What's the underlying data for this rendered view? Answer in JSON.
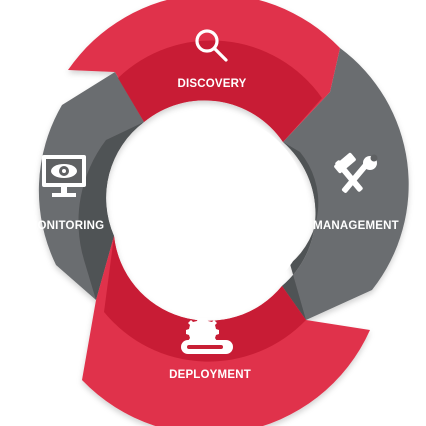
{
  "diagram": {
    "stages": [
      {
        "key": "discovery",
        "label": "DISCOVERY",
        "icon": "magnifier-icon",
        "color": "#d22d43"
      },
      {
        "key": "management",
        "label": "MANAGEMENT",
        "icon": "tools-icon",
        "color": "#5f6163"
      },
      {
        "key": "deployment",
        "label": "DEPLOYMENT",
        "icon": "conveyor-gear-icon",
        "color": "#d22d43"
      },
      {
        "key": "monitoring",
        "label": "MONITORING",
        "icon": "monitor-eye-icon",
        "color": "#5f6163"
      }
    ],
    "colors": {
      "red_outer": "#e0334b",
      "red_inner": "#c81f35",
      "gray_outer": "#6b6d70",
      "gray_inner": "#505254"
    }
  }
}
